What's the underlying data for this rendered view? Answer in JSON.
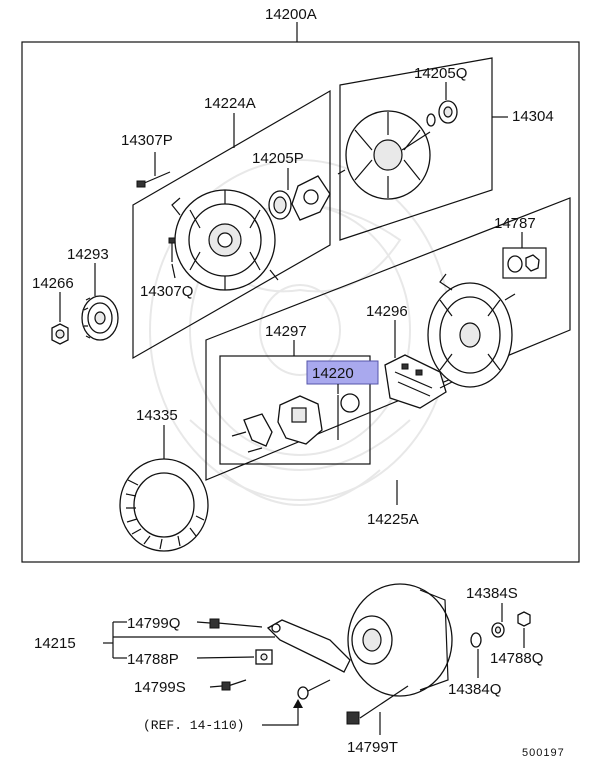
{
  "labels": {
    "assembly": "14200A",
    "rear_housing": "14224A",
    "bolt_top": "14307P",
    "bearing_rear": "14205P",
    "bearing_front": "14205Q",
    "rotor": "14304",
    "pulley": "14293",
    "nut_pulley": "14266",
    "bolt_lower": "14307Q",
    "cap": "14787",
    "brush_holder": "14297",
    "regulator": "14220",
    "rectifier": "14296",
    "stator": "14335",
    "front_housing": "14225A",
    "mount_group": "14215",
    "bolt_long_top": "14799Q",
    "bracket": "14788P",
    "bolt_short": "14799S",
    "ref": "(REF. 14-110)",
    "washer_s": "14384S",
    "nut_q": "14788Q",
    "washer_q": "14384Q",
    "bolt_t": "14799T",
    "diagram_number": "500197"
  },
  "highlight_color": "#a9a9ee"
}
